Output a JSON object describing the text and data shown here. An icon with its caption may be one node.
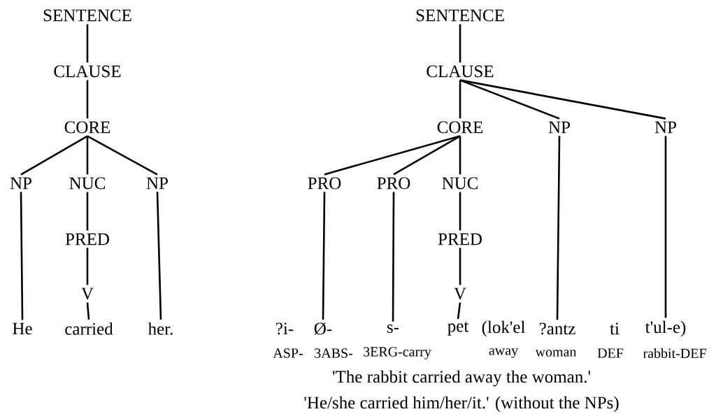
{
  "diagram": {
    "nodes": [
      {
        "text": [
          "SENTENCE"
        ]
      },
      {
        "text": [
          "CLAUSE"
        ]
      },
      {
        "text": [
          "CORE"
        ]
      },
      {
        "text": [
          "NP"
        ]
      },
      {
        "text": [
          "NUC"
        ]
      },
      {
        "text": [
          "NP"
        ]
      },
      {
        "text": [
          "PRED"
        ]
      },
      {
        "text": [
          "V"
        ]
      },
      {
        "text": [
          "He"
        ]
      },
      {
        "text": [
          "carried"
        ]
      },
      {
        "text": [
          "her."
        ]
      },
      {
        "text": [
          "SENTENCE"
        ]
      },
      {
        "text": [
          "CLAUSE"
        ]
      },
      {
        "text": [
          "CORE"
        ]
      },
      {
        "text": [
          "NP"
        ]
      },
      {
        "text": [
          "NP"
        ]
      },
      {
        "text": [
          "PRO"
        ]
      },
      {
        "text": [
          "PRO"
        ]
      },
      {
        "text": [
          "NUC"
        ]
      },
      {
        "text": [
          "PRED"
        ]
      },
      {
        "text": [
          "V"
        ]
      },
      {
        "text": [
          "Ø-"
        ]
      },
      {
        "text": [
          "s-"
        ]
      },
      {
        "text": [
          "pet"
        ]
      },
      {
        "text": [
          "?antz"
        ]
      },
      {
        "text": [
          "t'ul-e)"
        ]
      }
    ],
    "edges": [
      {
        "from": 0,
        "to": 1,
        "arrow": "none"
      },
      {
        "from": 1,
        "to": 2,
        "arrow": "none"
      },
      {
        "from": 2,
        "to": 3,
        "arrow": "none"
      },
      {
        "from": 2,
        "to": 4,
        "arrow": "none"
      },
      {
        "from": 2,
        "to": 5,
        "arrow": "none"
      },
      {
        "from": 4,
        "to": 6,
        "arrow": "none"
      },
      {
        "from": 6,
        "to": 7,
        "arrow": "none"
      },
      {
        "from": 3,
        "to": 8,
        "arrow": "none"
      },
      {
        "from": 7,
        "to": 9,
        "arrow": "none"
      },
      {
        "from": 5,
        "to": 10,
        "arrow": "none"
      },
      {
        "from": 11,
        "to": 12,
        "arrow": "none"
      },
      {
        "from": 12,
        "to": 13,
        "arrow": "none"
      },
      {
        "from": 12,
        "to": 14,
        "arrow": "none"
      },
      {
        "from": 12,
        "to": 15,
        "arrow": "none"
      },
      {
        "from": 13,
        "to": 16,
        "arrow": "none"
      },
      {
        "from": 13,
        "to": 17,
        "arrow": "none"
      },
      {
        "from": 13,
        "to": 18,
        "arrow": "none"
      },
      {
        "from": 18,
        "to": 19,
        "arrow": "none"
      },
      {
        "from": 19,
        "to": 20,
        "arrow": "none"
      },
      {
        "from": 16,
        "to": 21,
        "arrow": "none"
      },
      {
        "from": 17,
        "to": 22,
        "arrow": "none"
      },
      {
        "from": 20,
        "to": 23,
        "arrow": "none"
      },
      {
        "from": 14,
        "to": 24,
        "arrow": "none"
      },
      {
        "from": 15,
        "to": 25,
        "arrow": "none"
      }
    ],
    "labels": [
      "?i-",
      "(lok'el",
      "ti",
      "ASP-",
      "3ABS-",
      "3ERG-carry",
      "away",
      "woman",
      "DEF",
      "rabbit-DEF",
      "'The rabbit carried away the woman.'",
      "'He/she carried him/her/it.' (without the NPs)"
    ]
  }
}
